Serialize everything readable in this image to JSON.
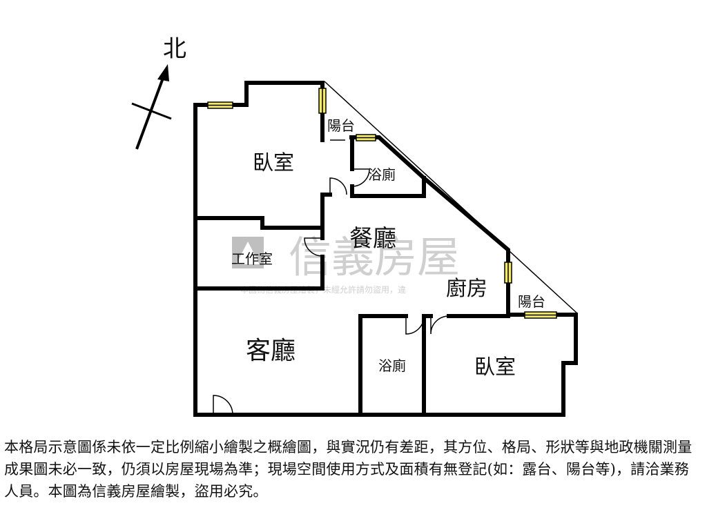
{
  "compass": {
    "label": "北"
  },
  "rooms": {
    "bedroom_top": "臥室",
    "balcony_top": "陽台",
    "bath_top": "浴廁",
    "dining": "餐廳",
    "study": "工作室",
    "kitchen": "廚房",
    "balcony_right": "陽台",
    "living": "客廳",
    "bath_bottom": "浴廁",
    "bedroom_bottom": "臥室"
  },
  "watermark": {
    "brand": "信義房屋",
    "notice": "本圖為信義房屋繪製，未經允許請勿盜用，違"
  },
  "disclaimer": "本格局示意圖係未依一定比例縮小繪製之概繪圖，與實況仍有差距，其方位、格局、形狀等與地政機關測量成果圖未必一致，仍須以房屋現場為準；現場空間使用方式及面積有無登記(如：露台、陽台等)，請洽業務人員。本圖為信義房屋繪製，盜用必究。",
  "colors": {
    "wall": "#000000",
    "window_fill": "#f2e96a",
    "watermark_gray": "#cccccc"
  }
}
